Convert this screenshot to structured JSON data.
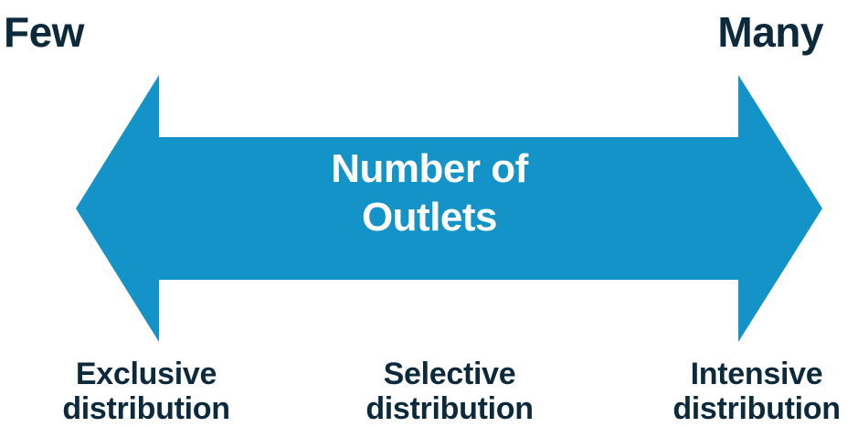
{
  "colors": {
    "arrow": "#1493c8",
    "text_dark": "#0d2a3d",
    "text_light": "#ffffff"
  },
  "ends": {
    "left": "Few",
    "right": "Many"
  },
  "arrow": {
    "label_line1": "Number of",
    "label_line2": "Outlets"
  },
  "strategies": [
    {
      "line1": "Exclusive",
      "line2": "distribution"
    },
    {
      "line1": "Selective",
      "line2": "distribution"
    },
    {
      "line1": "Intensive",
      "line2": "distribution"
    }
  ]
}
